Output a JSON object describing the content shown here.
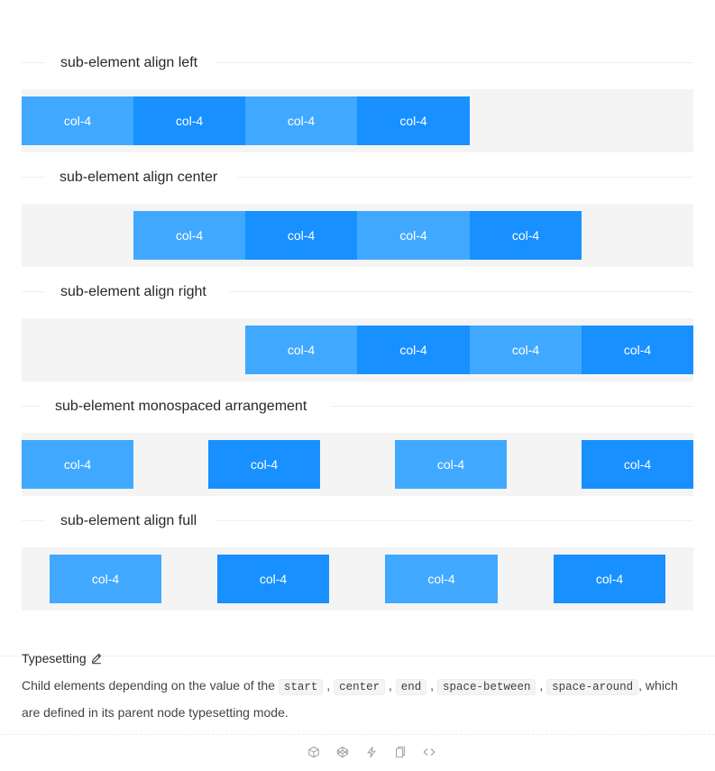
{
  "col_label": "col-4",
  "sections": [
    {
      "title": "sub-element align left",
      "justify": "start"
    },
    {
      "title": "sub-element align center",
      "justify": "center"
    },
    {
      "title": "sub-element align right",
      "justify": "end"
    },
    {
      "title": "sub-element monospaced arrangement",
      "justify": "space-between"
    },
    {
      "title": "sub-element align full",
      "justify": "space-around"
    }
  ],
  "colors": {
    "light": "#40a9ff",
    "dark": "#1890ff",
    "row_bg": "#f4f4f4"
  },
  "typesetting": {
    "title": "Typesetting",
    "edit_icon": "edit-icon",
    "desc_before": "Child elements depending on the value of the ",
    "codes": [
      "start",
      "center",
      "end",
      "space-between",
      "space-around"
    ],
    "sep": ",",
    "desc_after": ", which are defined in its parent node typesetting mode."
  },
  "code_actions": [
    {
      "name": "codesandbox-icon"
    },
    {
      "name": "codepen-icon"
    },
    {
      "name": "stackblitz-icon"
    },
    {
      "name": "copy-icon"
    },
    {
      "name": "expand-code-icon"
    }
  ]
}
